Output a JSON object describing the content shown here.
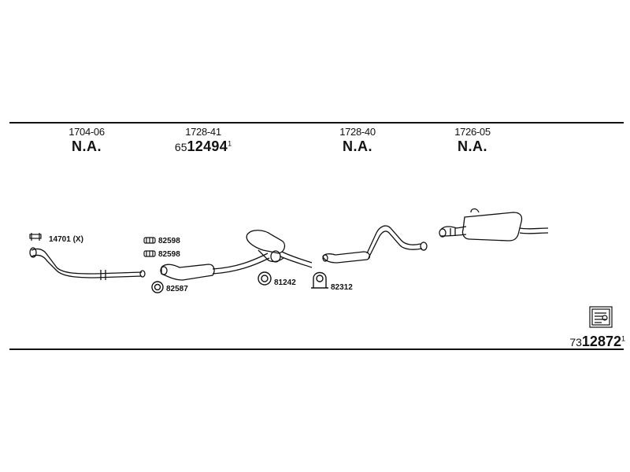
{
  "columns": [
    {
      "code": "1704-06",
      "status": "N.A."
    },
    {
      "code": "1728-41",
      "part_prefix": "65",
      "part_main": "12494",
      "part_suffix": "1"
    },
    {
      "code": "1728-40",
      "status": "N.A."
    },
    {
      "code": "1726-05",
      "status": "N.A."
    }
  ],
  "accessories": {
    "a1": "14701 (X)",
    "a2": "82598",
    "a3": "82598",
    "a4": "82587",
    "a5": "81242",
    "a6": "82312"
  },
  "footer": {
    "part_prefix": "73",
    "part_main": "12872",
    "part_suffix": "1"
  },
  "icons": [
    "manual-book-icon"
  ]
}
